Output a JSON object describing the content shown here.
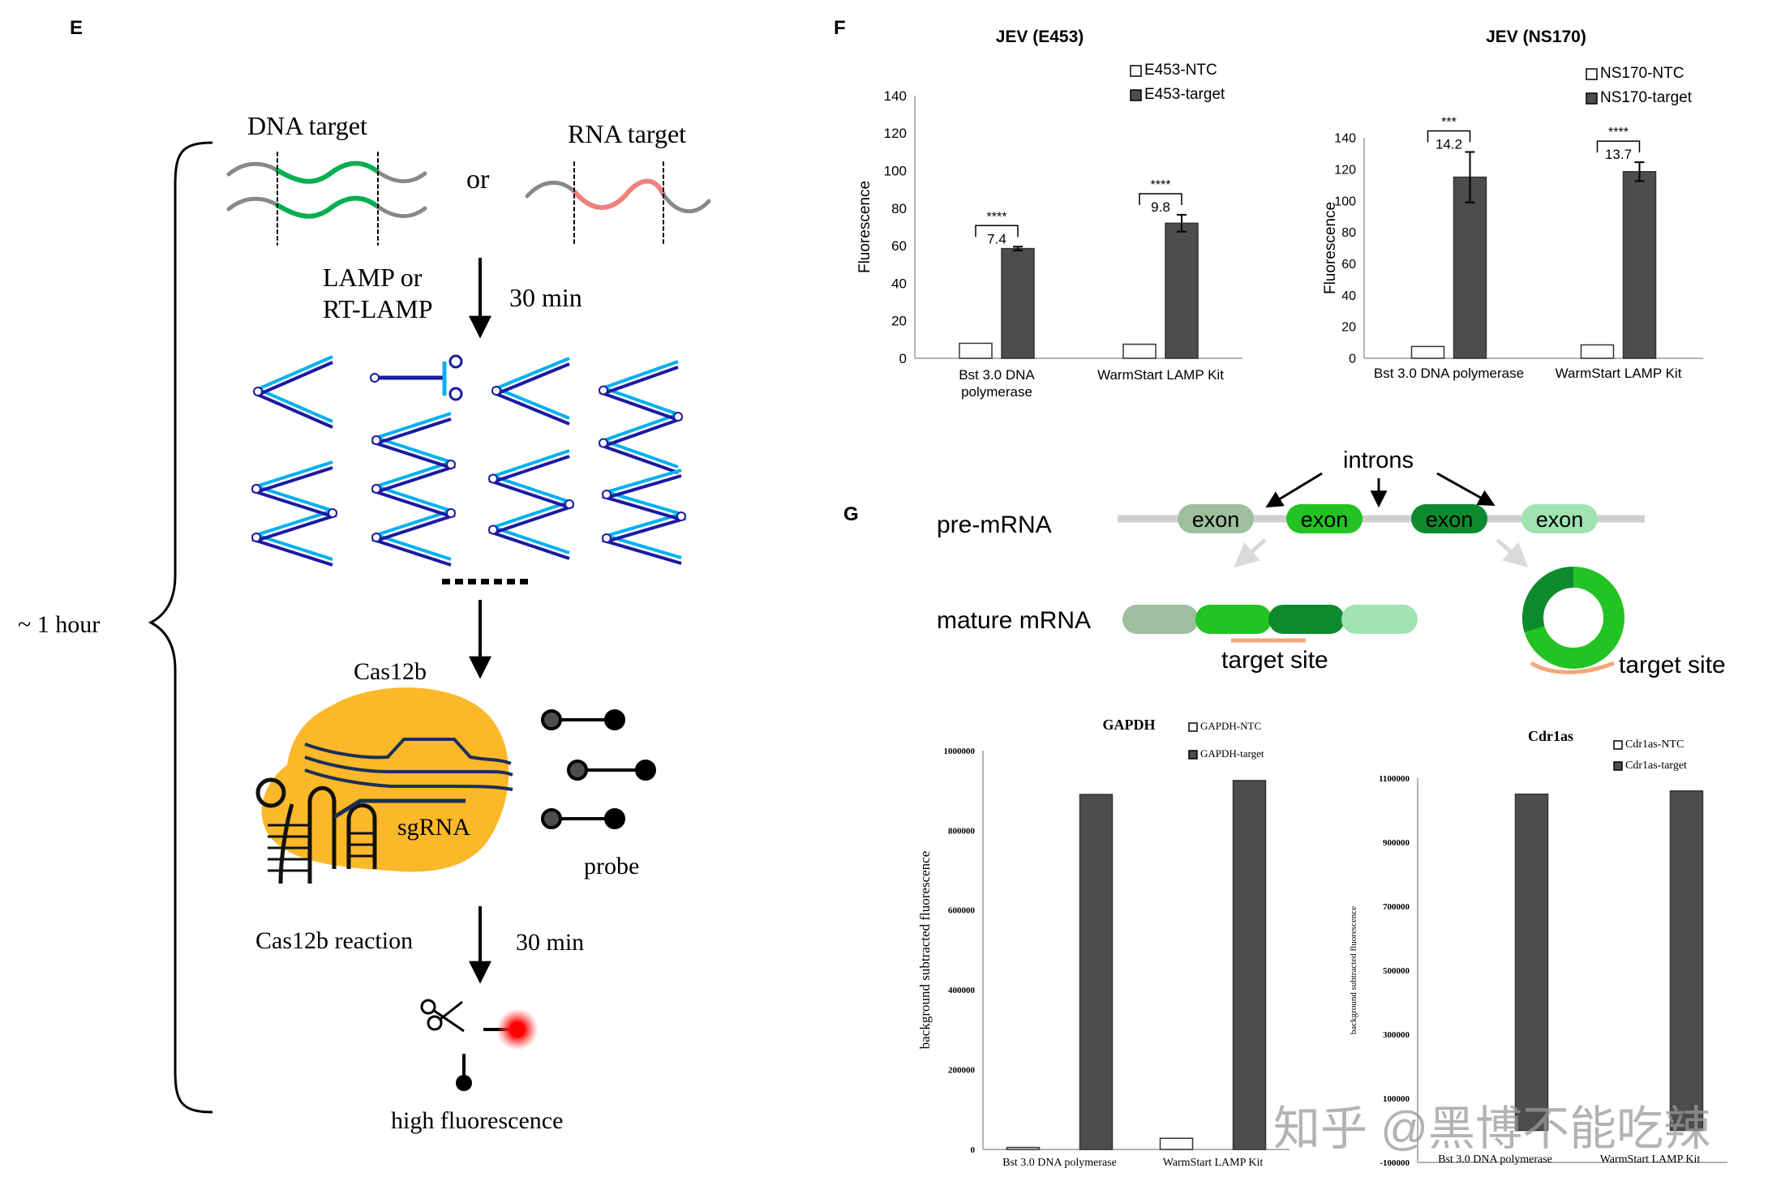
{
  "panel_e": {
    "label": "E",
    "dna_target": "DNA target",
    "or": "or",
    "rna_target": "RNA target",
    "lamp_line1": "LAMP or",
    "lamp_line2": "RT-LAMP",
    "time1": "30 min",
    "total_time": "~ 1 hour",
    "cas12b": "Cas12b",
    "sgrna": "sgRNA",
    "probe": "probe",
    "reaction": "Cas12b reaction",
    "time2": "30 min",
    "result": "high fluorescence",
    "colors": {
      "dna": "#00b050",
      "rna": "#f08080",
      "strand_light": "#00b0f0",
      "strand_dark": "#1a1aa0",
      "cas12b": "#fbb829",
      "signal": "#ff1a1a"
    }
  },
  "panel_f": {
    "label": "F"
  },
  "panel_g": {
    "label": "G",
    "introns": "introns",
    "pre_mrna": "pre-mRNA",
    "mature_mrna": "mature mRNA",
    "exon": "exon",
    "target_site_left": "target site",
    "target_site_right": "target site",
    "colors": {
      "exon1": "#9dbf9d",
      "exon2": "#22c322",
      "exon3": "#0e8a2e",
      "exon4": "#9ee3b0",
      "target": "#f4a77a"
    }
  },
  "watermark": "知乎 @黑博不能吃辣",
  "chart_data": [
    {
      "type": "bar",
      "title": "JEV (E453)",
      "ylabel": "Fluorescence",
      "ylim": [
        0,
        140
      ],
      "yticks": [
        "0",
        "20",
        "40",
        "60",
        "80",
        "100",
        "120",
        "140"
      ],
      "categories": [
        "Bst 3.0 DNA polymerase",
        "WarmStart LAMP Kit"
      ],
      "series": [
        {
          "name": "E453-NTC",
          "values": [
            8,
            7.5
          ],
          "color": "#ffffff"
        },
        {
          "name": "E453-target",
          "values": [
            58.5,
            72
          ],
          "errors": [
            1,
            4.5
          ],
          "color": "#4d4d4d"
        }
      ],
      "annotations": [
        {
          "stars": "****",
          "fold": "7.4"
        },
        {
          "stars": "****",
          "fold": "9.8"
        }
      ],
      "legend": "top-right"
    },
    {
      "type": "bar",
      "title": "JEV (NS170)",
      "ylabel": "Fluorescence",
      "ylim": [
        0,
        140
      ],
      "yticks": [
        "0",
        "20",
        "40",
        "60",
        "80",
        "100",
        "120",
        "140"
      ],
      "categories": [
        "Bst 3.0 DNA polymerase",
        "WarmStart LAMP Kit"
      ],
      "series": [
        {
          "name": "NS170-NTC",
          "values": [
            7.5,
            8.5
          ],
          "color": "#ffffff"
        },
        {
          "name": "NS170-target",
          "values": [
            115,
            118.5
          ],
          "errors": [
            16,
            6
          ],
          "color": "#4d4d4d"
        }
      ],
      "annotations": [
        {
          "stars": "***",
          "fold": "14.2"
        },
        {
          "stars": "****",
          "fold": "13.7"
        }
      ],
      "legend": "top-right"
    },
    {
      "type": "bar",
      "title": "GAPDH",
      "ylabel": "background subtracted fluorescence",
      "ylim": [
        0,
        1000000
      ],
      "yticks": [
        "0",
        "200000",
        "400000",
        "600000",
        "800000",
        "1000000"
      ],
      "categories": [
        "Bst 3.0 DNA polymerase",
        "WarmStart LAMP Kit"
      ],
      "series": [
        {
          "name": "GAPDH-NTC",
          "values": [
            5000,
            28000
          ],
          "color": "#ffffff"
        },
        {
          "name": "GAPDH-target",
          "values": [
            890000,
            925000
          ],
          "color": "#4d4d4d"
        }
      ],
      "legend": "top-right"
    },
    {
      "type": "bar",
      "title": "Cdr1as",
      "ylabel": "background subtracted fluorescence",
      "ylim": [
        -100000,
        1100000
      ],
      "yticks": [
        "-100000",
        "100000",
        "300000",
        "500000",
        "700000",
        "900000",
        "1100000"
      ],
      "categories": [
        "Bst 3.0 DNA polymerase",
        "WarmStart LAMP Kit"
      ],
      "series": [
        {
          "name": "Cdr1as-NTC",
          "values": [
            0,
            0
          ],
          "color": "#ffffff"
        },
        {
          "name": "Cdr1as-target",
          "values": [
            1050000,
            1060000
          ],
          "color": "#4d4d4d"
        }
      ],
      "legend": "top-right"
    }
  ]
}
